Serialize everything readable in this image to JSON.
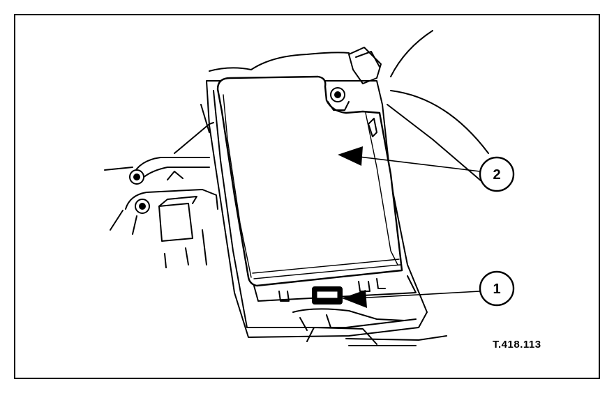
{
  "diagram": {
    "callouts": [
      {
        "id": "1",
        "label": "1"
      },
      {
        "id": "2",
        "label": "2"
      }
    ],
    "reference_code": "T.418.113",
    "colors": {
      "line": "#000000",
      "background": "#ffffff"
    }
  }
}
